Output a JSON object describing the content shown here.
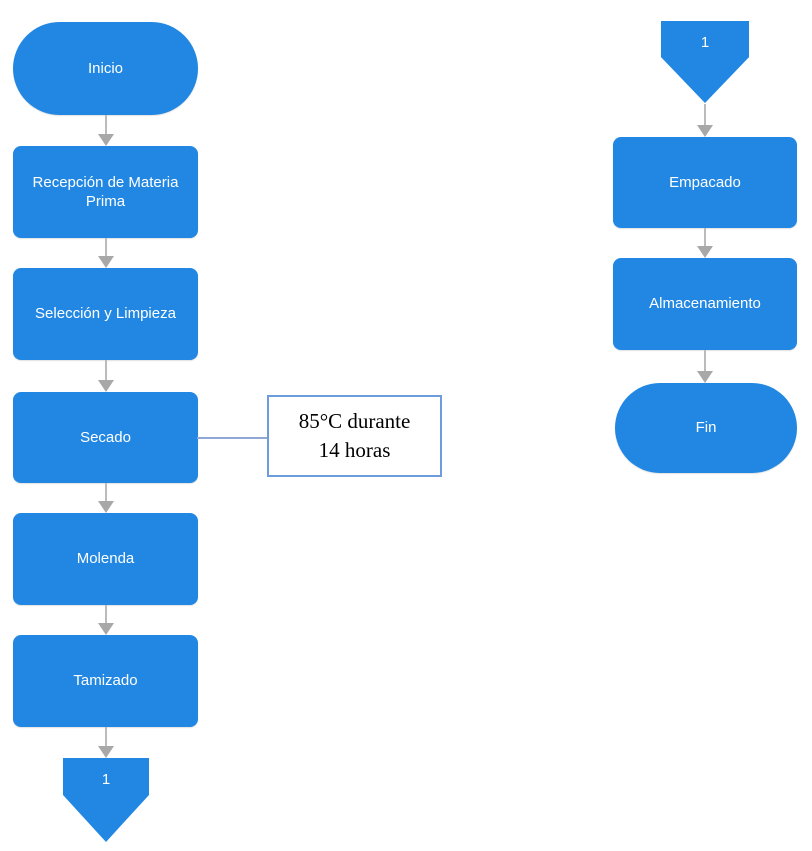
{
  "diagram": {
    "type": "flowchart",
    "colors": {
      "node_fill": "#2187E2",
      "node_text": "#FFFFFF",
      "arrow_shaft": "#BBBBBB",
      "arrow_head": "#A8A8A8",
      "annotation_border": "#6D9EDB",
      "annotation_link_line": "#8FA8D5",
      "annotation_text": "#000000",
      "background": "#FFFFFF"
    },
    "nodes": {
      "inicio": {
        "label": "Inicio",
        "shape": "terminator"
      },
      "recepcion": {
        "label": "Recepción de Materia Prima",
        "shape": "process"
      },
      "seleccion": {
        "label": "Selección y Limpieza",
        "shape": "process"
      },
      "secado": {
        "label": "Secado",
        "shape": "process"
      },
      "molenda": {
        "label": "Molenda",
        "shape": "process"
      },
      "tamizado": {
        "label": "Tamizado",
        "shape": "process"
      },
      "connector_out": {
        "label": "1",
        "shape": "off-page-connector"
      },
      "connector_in": {
        "label": "1",
        "shape": "off-page-connector"
      },
      "empacado": {
        "label": "Empacado",
        "shape": "process"
      },
      "almacenamiento": {
        "label": "Almacenamiento",
        "shape": "process"
      },
      "fin": {
        "label": "Fin",
        "shape": "terminator"
      }
    },
    "annotation": {
      "line1": "85°C durante",
      "line2": "14 horas",
      "attached_to": "secado"
    },
    "flow_left": [
      "Inicio",
      "Recepción de Materia Prima",
      "Selección y Limpieza",
      "Secado",
      "Molenda",
      "Tamizado",
      "1"
    ],
    "flow_right": [
      "1",
      "Empacado",
      "Almacenamiento",
      "Fin"
    ]
  }
}
